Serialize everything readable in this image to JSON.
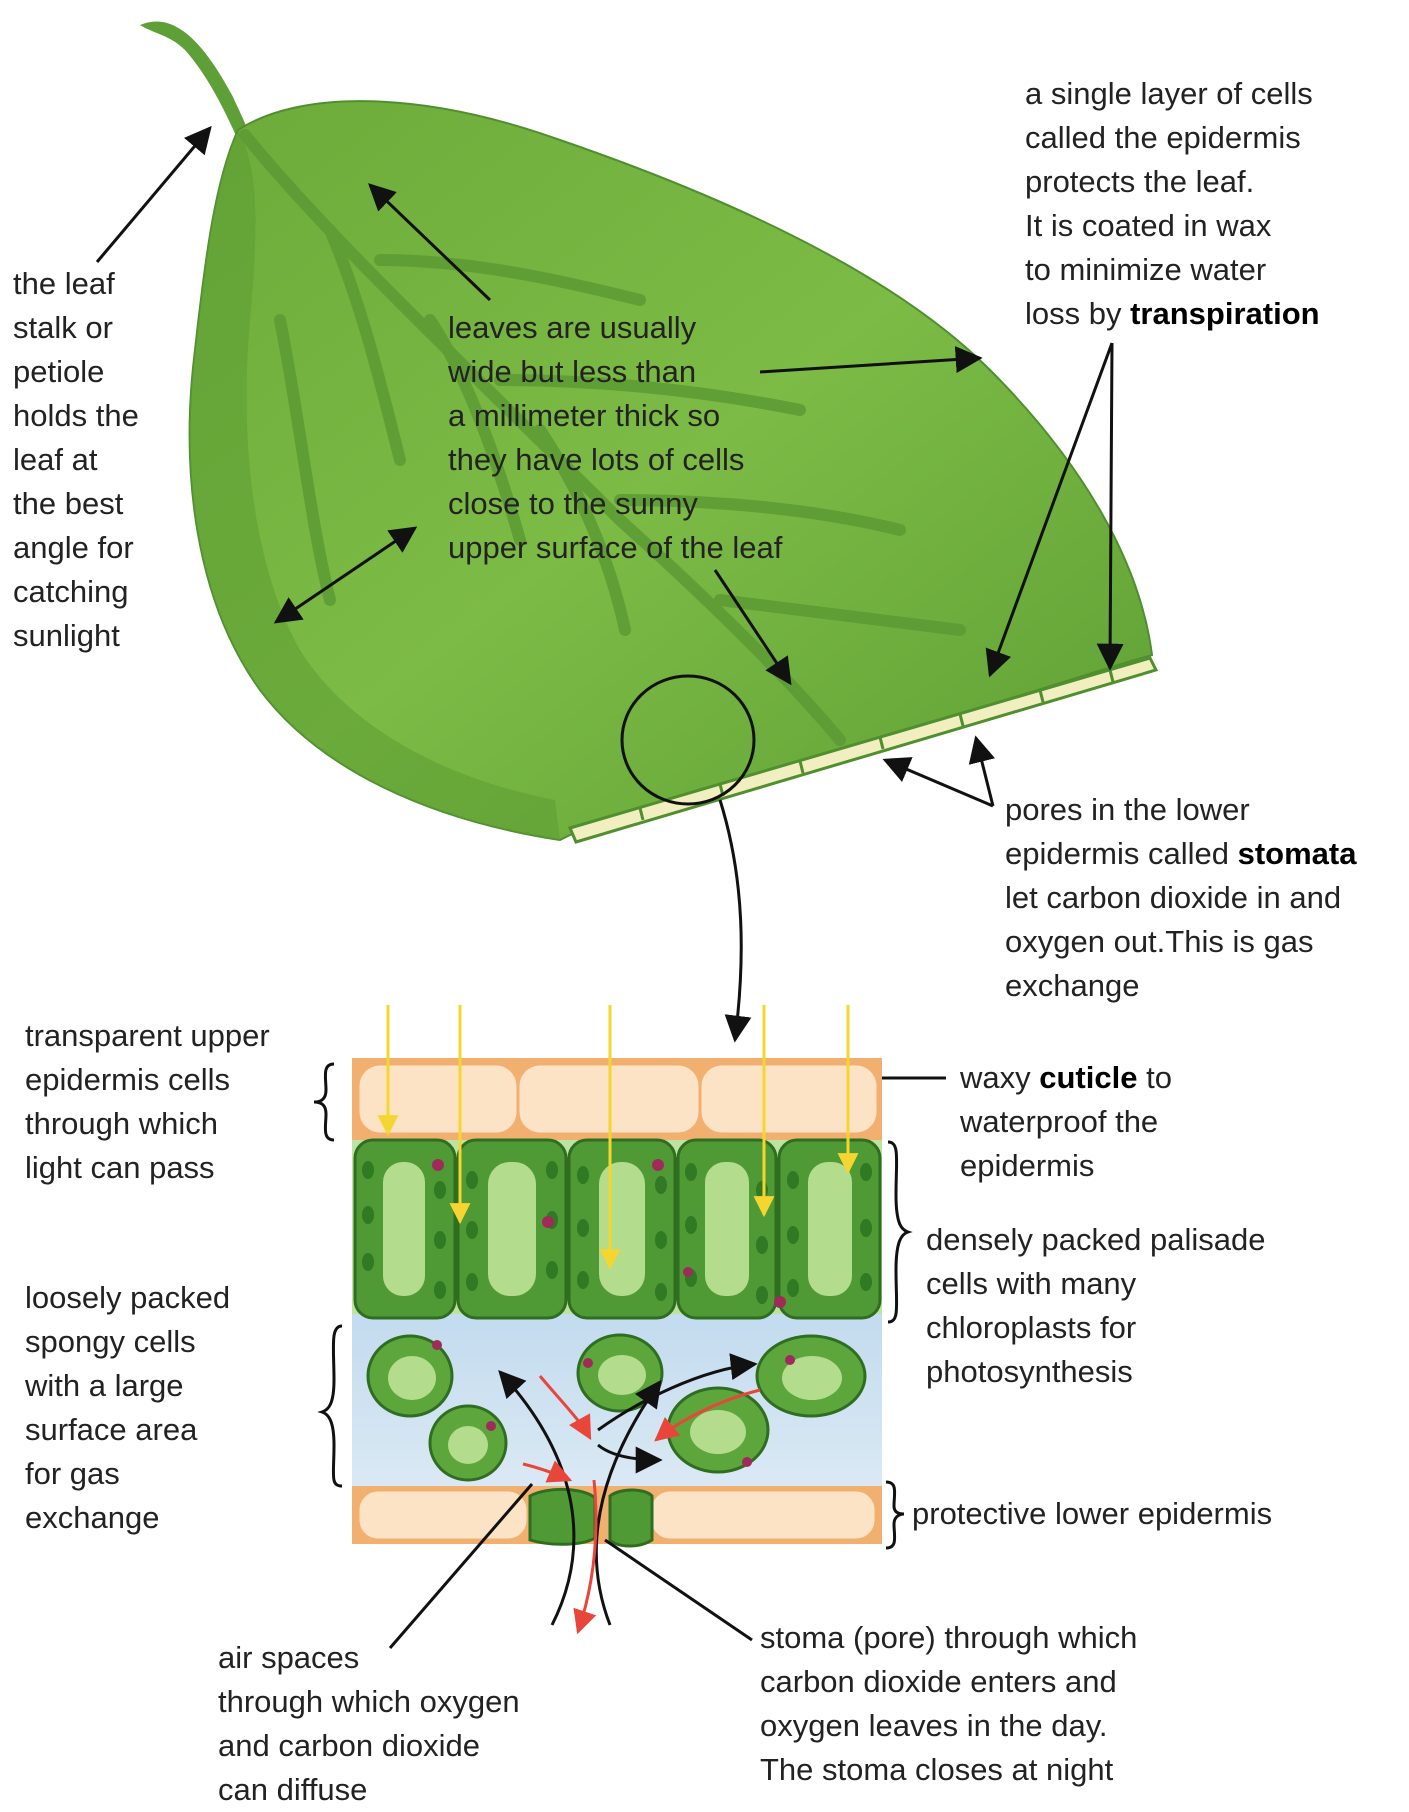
{
  "labels": {
    "petiole": [
      "the leaf",
      "stalk or",
      "petiole",
      "holds the",
      "leaf at",
      "the best",
      "angle for",
      "catching",
      "sunlight"
    ],
    "thin_leaf": [
      "leaves are usually",
      "wide but less than",
      "a millimeter thick so",
      "they have lots of cells",
      "close to the sunny",
      "upper surface of the leaf"
    ],
    "epidermis": {
      "lines": [
        "a single layer of cells",
        "called the epidermis",
        "protects the leaf.",
        "It is coated in wax",
        "to minimize water"
      ],
      "last_prefix": "loss by ",
      "last_bold": "transpiration"
    },
    "stomata": {
      "line1": "pores in the lower",
      "line2_prefix": "epidermis called ",
      "line2_bold": "stomata",
      "rest": [
        "let carbon dioxide in and",
        "oxygen out.This is gas",
        "exchange"
      ]
    },
    "upper_epidermis": [
      "transparent upper",
      "epidermis cells",
      "through which",
      "light can pass"
    ],
    "cuticle": {
      "prefix": "waxy ",
      "bold": "cuticle",
      "suffix": " to",
      "rest": [
        "waterproof the",
        "epidermis"
      ]
    },
    "palisade": [
      "densely packed palisade",
      "cells with many",
      "chloroplasts for",
      "photosynthesis"
    ],
    "spongy": [
      "loosely packed",
      "spongy cells",
      "with a large",
      "surface area",
      "for gas",
      "exchange"
    ],
    "lower_epidermis": "protective lower epidermis",
    "air_spaces": [
      "air spaces",
      "through which oxygen",
      "and carbon dioxide",
      "can diffuse"
    ],
    "stoma": [
      "stoma (pore) through which",
      "carbon dioxide enters and",
      "oxygen leaves in the day.",
      "The stoma closes at night"
    ]
  },
  "colors": {
    "leaf_light": "#7ab640",
    "leaf_dark": "#4f8f2e",
    "vein": "#5c9a34",
    "epidermis_fill": "#fde3c6",
    "epidermis_edge": "#f2b070",
    "palisade_cell": "#4f9a35",
    "cell_vacuole": "#b3dc8d",
    "chloroplast": "#2f7a22",
    "air_space": "#b8d6ee",
    "light_ray": "#f5d630",
    "co2_arrow": "#e8463a",
    "o2_arrow": "#111111",
    "red_dot": "#a02a5a"
  }
}
